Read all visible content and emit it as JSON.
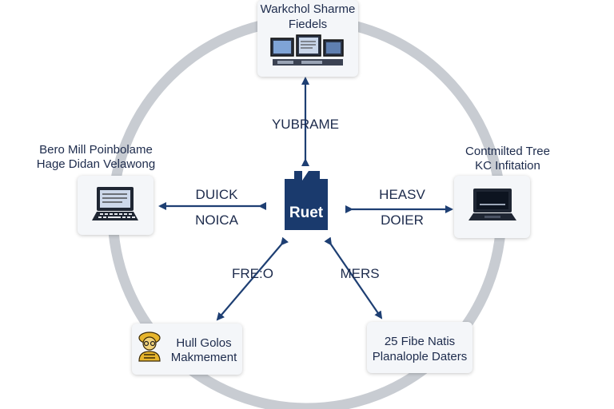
{
  "center": {
    "label": "Ruet",
    "color": "#1a3a6d"
  },
  "nodes": {
    "top": {
      "lines": [
        "Warkchol Sharme",
        "Fiedels"
      ],
      "icon": "workstation-screens-icon"
    },
    "left": {
      "lines": [
        "Bero Mill Poinbolame",
        "Hage Didan Velawong"
      ],
      "icon": "laptop-icon"
    },
    "right": {
      "lines": [
        "Contmilted Tree",
        "KC Infitation"
      ],
      "icon": "laptop-icon"
    },
    "bottom_left": {
      "lines": [
        "Hull Golos",
        "Makmement"
      ],
      "icon": "worker-icon"
    },
    "bottom_right": {
      "lines": [
        "25 Fibe Natis",
        "Planalople Daters"
      ],
      "icon": ""
    }
  },
  "edge_labels": {
    "top": "YUBRAME",
    "left_upper": "DUICK",
    "left_lower": "NOICA",
    "right_upper": "HEASV",
    "right_lower": "DOIER",
    "bottom_left": "FRE:O",
    "bottom_right": "MERS"
  },
  "colors": {
    "ring": "#c8ccd2",
    "arrow": "#1e3f73",
    "text": "#1d2b4c",
    "card": "#f4f6f9"
  }
}
